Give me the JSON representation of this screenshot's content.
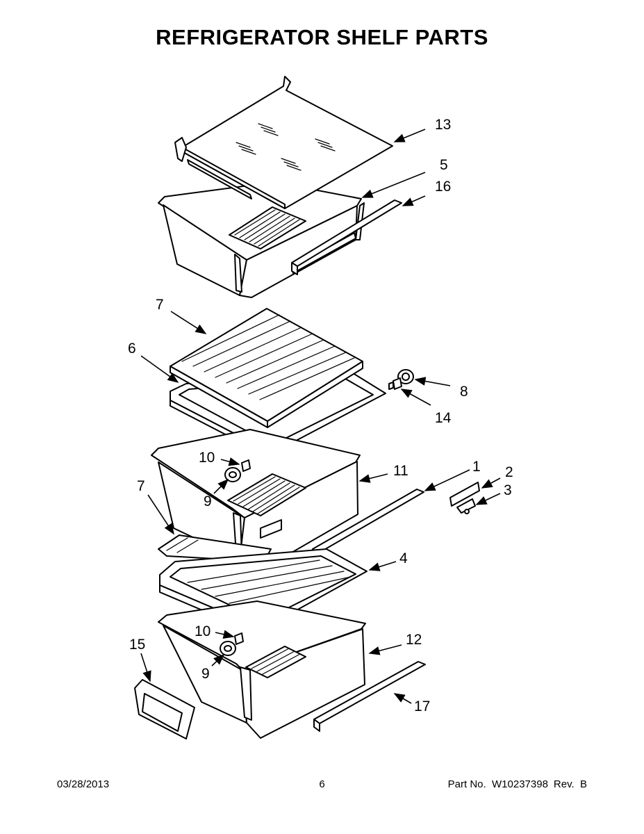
{
  "title": "REFRIGERATOR SHELF PARTS",
  "callouts": {
    "c13": "13",
    "c5": "5",
    "c16": "16",
    "c7a": "7",
    "c6": "6",
    "c8": "8",
    "c14": "14",
    "c10a": "10",
    "c11": "11",
    "c1": "1",
    "c2": "2",
    "c3": "3",
    "c9a": "9",
    "c7b": "7",
    "c4": "4",
    "c10b": "10",
    "c12": "12",
    "c15": "15",
    "c9b": "9",
    "c17": "17"
  },
  "footer": {
    "date": "03/28/2013",
    "page": "6",
    "part_no": "Part No.  W10237398",
    "rev": "Rev.  B"
  }
}
